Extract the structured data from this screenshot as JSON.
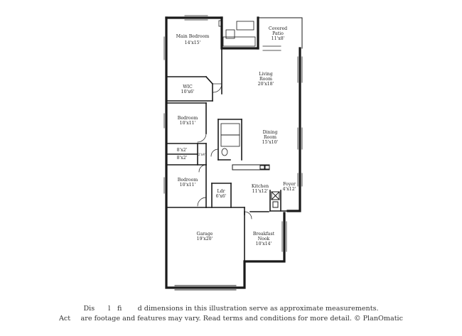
{
  "rooms": {
    "main_bedroom": {
      "name": "Main Bedroom",
      "dims": "14'x15'"
    },
    "covered_patio": {
      "name": "Covered Patio",
      "dims": "11'x8'"
    },
    "living_room": {
      "name": "Living Room",
      "dims": "20'x18'"
    },
    "wic": {
      "name": "WIC",
      "dims": "10'x6'"
    },
    "bedroom_upper": {
      "name": "Bedroom",
      "dims": "10'x11'"
    },
    "dining_room": {
      "name": "Dining Room",
      "dims": "15'x10'"
    },
    "closet_a": {
      "dims": "8'x2'"
    },
    "closet_b": {
      "dims": "8'x2'"
    },
    "closet_c": {
      "dims": "2'x4'"
    },
    "bedroom_lower": {
      "name": "Bedroom",
      "dims": "10'x11'"
    },
    "kitchen": {
      "name": "Kitchen",
      "dims": "11'x12'"
    },
    "foyer": {
      "name": "Foyer",
      "dims": "4'x12'"
    },
    "laundry": {
      "name": "Ldr",
      "dims": "6'x6'"
    },
    "garage": {
      "name": "Garage",
      "dims": "19'x20'"
    },
    "breakfast_nook": {
      "name": "Breakfast Nook",
      "dims": "10'x14'"
    }
  },
  "disclaimer": {
    "line1": "Dis    l  fi     d dimensions in this illustration serve as approximate measurements.",
    "line2": "Act   are footage and features may vary. Read terms and conditions for more detail. © PlanOmatic"
  }
}
